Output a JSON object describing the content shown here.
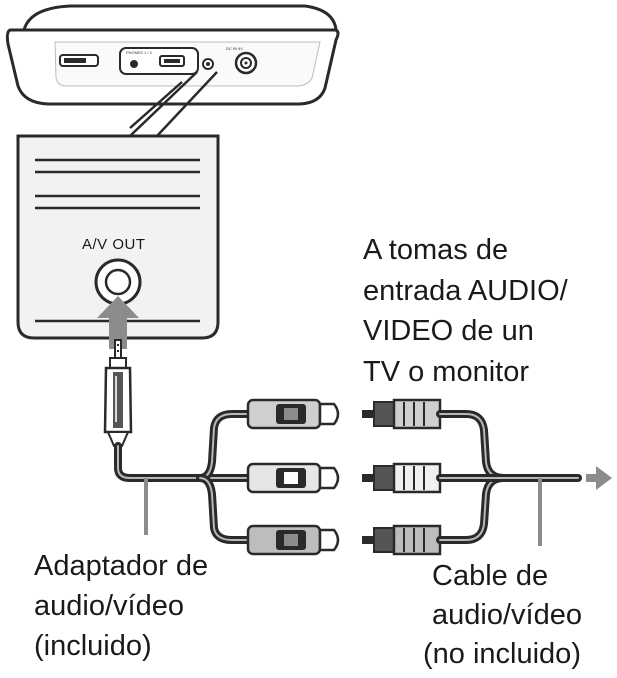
{
  "diagram": {
    "panel": {
      "port_label": "A/V OUT"
    },
    "player": {
      "port_labels": [
        "PHONES 1 / 2",
        "DC IN 9V"
      ]
    },
    "labels": {
      "destination": [
        "A tomas de",
        "entrada AUDIO/",
        "VIDEO de un",
        "TV o monitor"
      ],
      "adapter": [
        "Adaptador de",
        "audio/vídeo",
        "(incluido)"
      ],
      "cable": [
        "Cable de",
        "audio/vídeo",
        "(no incluido)"
      ]
    },
    "colors": {
      "ink": "#1a1a1a",
      "outline": "#2a2a2a",
      "panel_fill": "#f2f2f2",
      "arrow": "#8c8c8c",
      "plug_dark": "#555555",
      "plug_light": "#cfcfcf"
    },
    "icons": [
      "arrow-up-icon",
      "arrow-right-icon",
      "av-out-jack-icon",
      "minijack-plug-icon",
      "rca-plug-icon"
    ]
  }
}
